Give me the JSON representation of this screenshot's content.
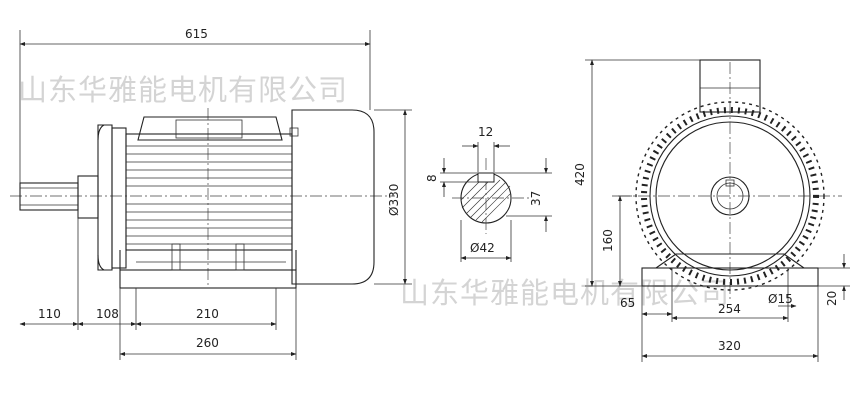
{
  "watermark": "山东华雅能电机有限公司",
  "side_view": {
    "overall_length": "615",
    "shaft_length": "110",
    "shaft_to_foot": "108",
    "foot_hole_spacing": "210",
    "foot_length": "260",
    "diameter": "Ø330"
  },
  "shaft_section": {
    "key_width": "12",
    "key_depth": "8",
    "shaft_height": "37",
    "shaft_diameter": "Ø42"
  },
  "end_view": {
    "overall_height": "420",
    "center_height": "160",
    "foot_edge": "65",
    "foot_hole_spacing": "254",
    "foot_hole_diameter": "Ø15",
    "foot_thickness": "20",
    "overall_width": "320"
  }
}
